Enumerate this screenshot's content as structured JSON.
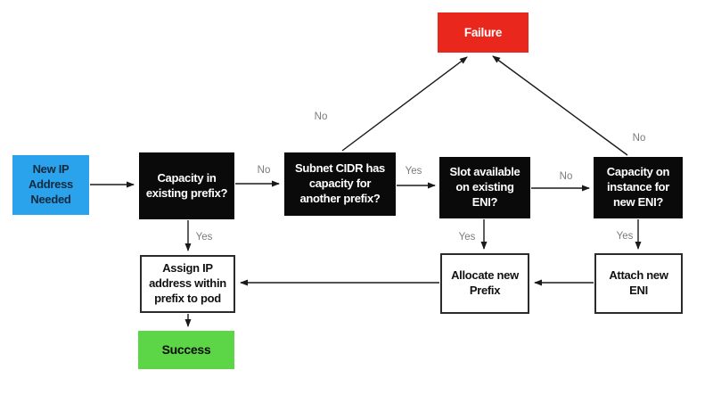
{
  "diagram": {
    "type": "flowchart",
    "topic": "IP address allocation via prefix delegation decision flow",
    "nodes": {
      "start": {
        "label": "New IP\nAddress\nNeeded",
        "kind": "start"
      },
      "d1": {
        "label": "Capacity in\nexisting prefix?",
        "kind": "decision"
      },
      "d2": {
        "label": "Subnet CIDR has\ncapacity for\nanother prefix?",
        "kind": "decision"
      },
      "d3": {
        "label": "Slot available\non existing\nENI?",
        "kind": "decision"
      },
      "d4": {
        "label": "Capacity on\ninstance for\nnew ENI?",
        "kind": "decision"
      },
      "failure": {
        "label": "Failure",
        "kind": "terminal-failure"
      },
      "assign": {
        "label": "Assign IP\naddress within\nprefix to pod",
        "kind": "process"
      },
      "allocate": {
        "label": "Allocate new\nPrefix",
        "kind": "process"
      },
      "attach": {
        "label": "Attach new\nENI",
        "kind": "process"
      },
      "success": {
        "label": "Success",
        "kind": "terminal-success"
      }
    },
    "edge_labels": {
      "d1_no": "No",
      "d1_yes": "Yes",
      "d2_no": "No",
      "d2_yes": "Yes",
      "d3_yes": "Yes",
      "d3_no": "No",
      "d4_no": "No",
      "d4_yes": "Yes"
    },
    "edges": [
      {
        "from": "start",
        "to": "d1",
        "label": ""
      },
      {
        "from": "d1",
        "to": "d2",
        "label": "No"
      },
      {
        "from": "d1",
        "to": "assign",
        "label": "Yes"
      },
      {
        "from": "d2",
        "to": "failure",
        "label": "No"
      },
      {
        "from": "d2",
        "to": "d3",
        "label": "Yes"
      },
      {
        "from": "d3",
        "to": "d4",
        "label": "No"
      },
      {
        "from": "d3",
        "to": "allocate",
        "label": "Yes"
      },
      {
        "from": "d4",
        "to": "failure",
        "label": "No"
      },
      {
        "from": "d4",
        "to": "attach",
        "label": "Yes"
      },
      {
        "from": "attach",
        "to": "allocate",
        "label": ""
      },
      {
        "from": "allocate",
        "to": "assign",
        "label": ""
      },
      {
        "from": "assign",
        "to": "success",
        "label": ""
      }
    ],
    "colors": {
      "start_fill": "#2AA3EC",
      "start_text": "#14293C",
      "decision_fill": "#0A0A0A",
      "decision_text": "#FFFFFF",
      "failure_fill": "#E9271D",
      "failure_text": "#FFFFFF",
      "process_fill": "#FFFFFF",
      "process_border": "#2B2B2B",
      "process_text": "#111111",
      "success_fill": "#5CD647",
      "success_text": "#0B0B0B",
      "edge_label_color": "#7B7B7B",
      "arrow_color": "#1A1A1A",
      "background": "#FFFFFF"
    }
  }
}
